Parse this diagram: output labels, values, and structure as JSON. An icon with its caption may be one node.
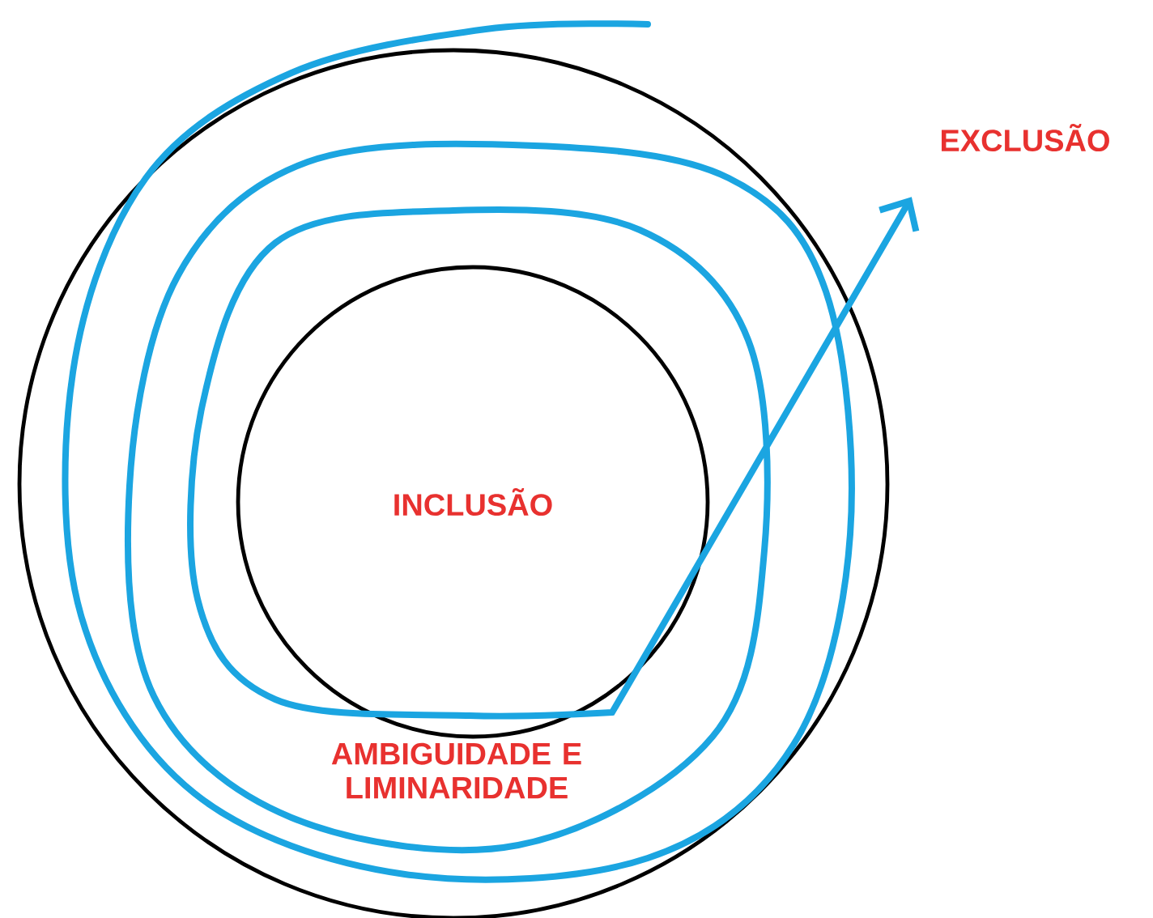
{
  "diagram": {
    "nodes": [
      {
        "text": [
          "AMBIGUIDADE E LIMINARIDADE"
        ]
      },
      {
        "text": [
          "INCLUSÃO"
        ],
        "in": 0
      },
      {
        "text": [
          "EXCLUSÃO"
        ]
      }
    ],
    "edges": [
      {
        "from": null,
        "to": 2,
        "arrow": "to",
        "color": "#1ba5e1"
      }
    ]
  }
}
